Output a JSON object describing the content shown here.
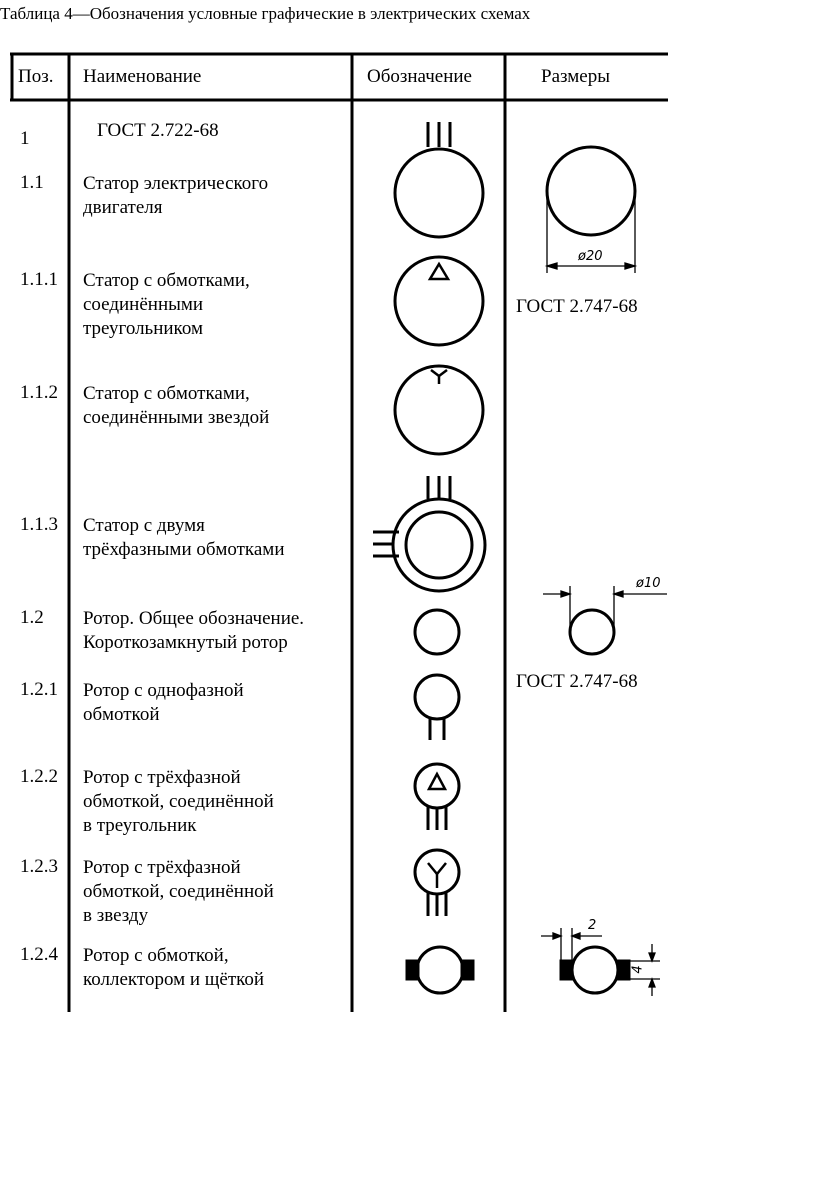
{
  "caption": "Таблица 4—Обозначения условные графические в электрических схемах",
  "headers": {
    "pos": "Поз.",
    "name": "Наименование",
    "symbol": "Обозначение",
    "size": "Размеры"
  },
  "rows": [
    {
      "pos": "1",
      "lines": [
        "ГОСТ 2.722-68"
      ]
    },
    {
      "pos": "1.1",
      "lines": [
        "Статор электрического",
        "двигателя"
      ]
    },
    {
      "pos": "1.1.1",
      "lines": [
        "Статор с обмотками,",
        "соединёнными",
        "треугольником"
      ]
    },
    {
      "pos": "1.1.2",
      "lines": [
        "Статор с обмотками,",
        "соединёнными звездой"
      ]
    },
    {
      "pos": "1.1.3",
      "lines": [
        "Статор с двумя",
        "трёхфазными обмотками"
      ]
    },
    {
      "pos": "1.2",
      "lines": [
        "Ротор. Общее обозначение.",
        "Короткозамкнутый ротор"
      ]
    },
    {
      "pos": "1.2.1",
      "lines": [
        "Ротор с однофазной",
        "обмоткой"
      ]
    },
    {
      "pos": "1.2.2",
      "lines": [
        "Ротор с трёхфазной",
        "обмоткой, соединённой",
        "в треугольник"
      ]
    },
    {
      "pos": "1.2.3",
      "lines": [
        "Ротор с трёхфазной",
        "обмоткой, соединённой",
        "в звезду"
      ]
    },
    {
      "pos": "1.2.4",
      "lines": [
        "Ротор с обмоткой,",
        "коллектором и щёткой"
      ]
    }
  ],
  "sizes": {
    "gost_1": "ГОСТ 2.747-68",
    "gost_2": "ГОСТ 2.747-68",
    "dim_stator": "ø20",
    "dim_rotor": "ø10",
    "dim_brush_w": "2",
    "dim_brush_h": "4"
  }
}
